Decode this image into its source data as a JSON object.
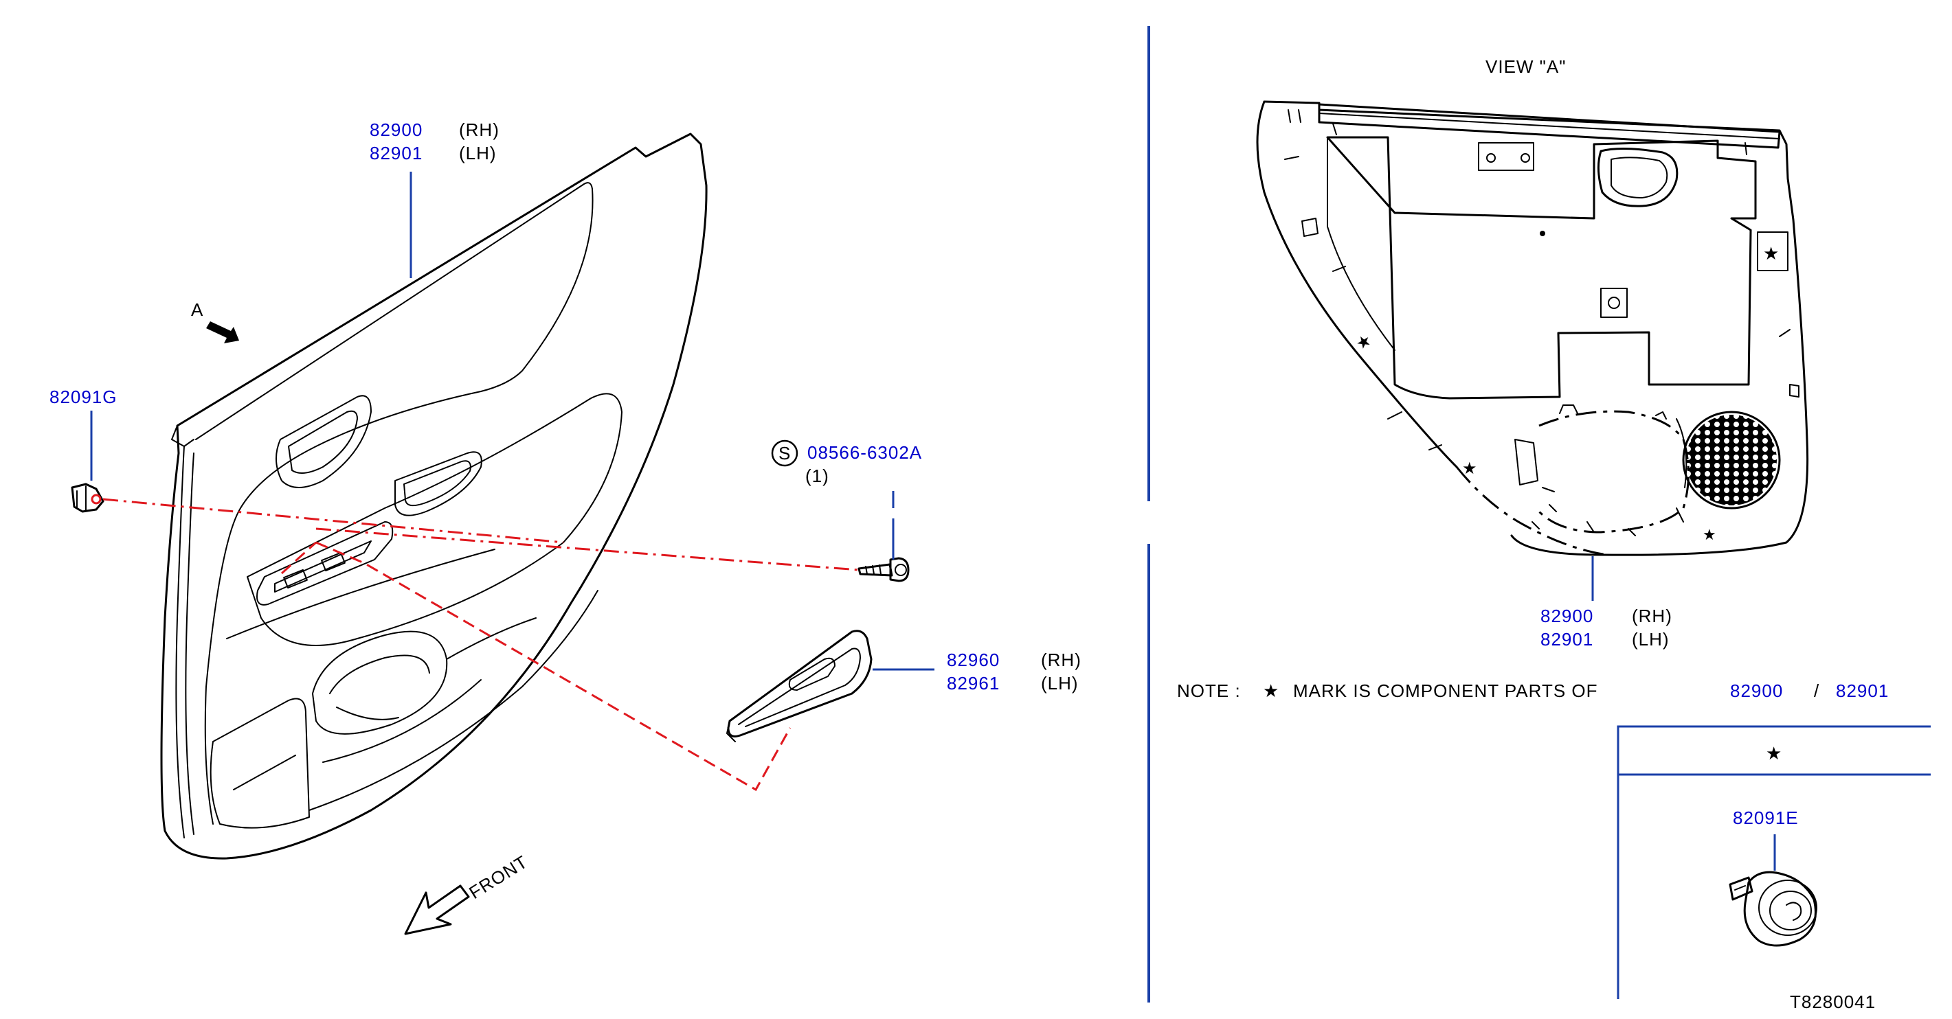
{
  "left": {
    "trim_rh": "82900",
    "trim_lh": "82901",
    "rh": "(RH)",
    "lh": "(LH)",
    "clip": "82091G",
    "view_arrow": "A",
    "screw_symbol": "S",
    "screw": "08566-6302A",
    "screw_qty": "(1)",
    "finisher_rh": "82960",
    "finisher_lh": "82961",
    "front": "FRONT"
  },
  "right": {
    "view_title": "VIEW  \"A\"",
    "trim_rh": "82900",
    "trim_lh": "82901",
    "rh": "(RH)",
    "lh": "(LH)",
    "note_prefix": "NOTE :",
    "note_star": "★",
    "note_text": "MARK  IS  COMPONENT  PARTS  OF",
    "note_part1": "82900",
    "note_slash": "/",
    "note_part2": "82901",
    "table_header": "★",
    "table_part": "82091E"
  },
  "code": "T8280041",
  "colors": {
    "part_number": "#0000cc",
    "leader_line": "#1a3fa8",
    "dash_line": "#e0191f"
  }
}
